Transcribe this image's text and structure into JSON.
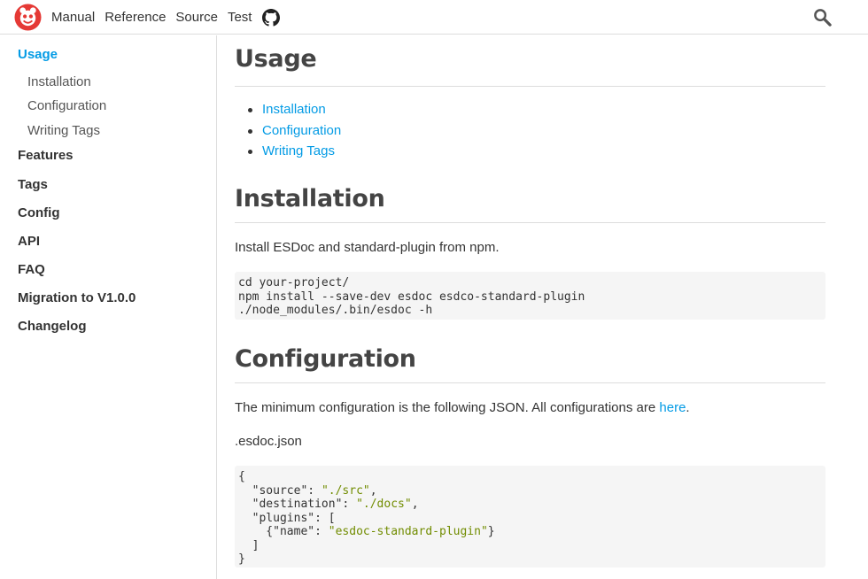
{
  "header": {
    "nav": [
      "Manual",
      "Reference",
      "Source",
      "Test"
    ]
  },
  "sidebar": {
    "items": [
      {
        "label": "Usage"
      },
      {
        "label": "Installation"
      },
      {
        "label": "Configuration"
      },
      {
        "label": "Writing Tags"
      },
      {
        "label": "Features"
      },
      {
        "label": "Tags"
      },
      {
        "label": "Config"
      },
      {
        "label": "API"
      },
      {
        "label": "FAQ"
      },
      {
        "label": "Migration to V1.0.0"
      },
      {
        "label": "Changelog"
      }
    ]
  },
  "main": {
    "title": "Usage",
    "toc": [
      "Installation",
      "Configuration",
      "Writing Tags"
    ],
    "installation": {
      "heading": "Installation",
      "text": "Install ESDoc and standard-plugin from npm.",
      "code": [
        "cd your-project/",
        "npm install --save-dev esdoc esdco-standard-plugin",
        "./node_modules/.bin/esdoc -h"
      ]
    },
    "configuration": {
      "heading": "Configuration",
      "text": "The minimum configuration is the following JSON. All configurations are ",
      "link": "here",
      "text_end": ".",
      "filename": ".esdoc.json",
      "json": {
        "open": "{",
        "k1": "\"source\"",
        "v1": "\"./src\"",
        "k2": "\"destination\"",
        "v2": "\"./docs\"",
        "k3": "\"plugins\"",
        "k4": "\"name\"",
        "v4": "\"esdoc-standard-plugin\"",
        "close_arr": "]",
        "close": "}"
      }
    }
  },
  "colors": {
    "link": "#039be5",
    "string": "#718c00",
    "logo": "#e53935"
  }
}
